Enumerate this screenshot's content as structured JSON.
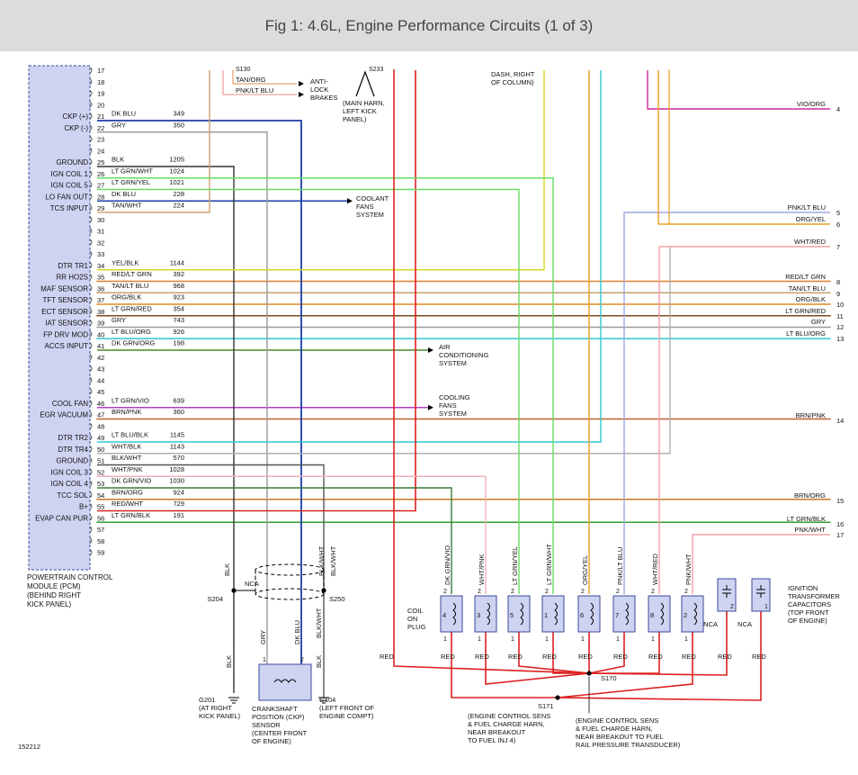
{
  "title": "Fig 1: 4.6L, Engine Performance Circuits (1 of 3)",
  "figure_id": "152212",
  "colors": {
    "background": "#ffffff",
    "title_bar": "#dcdcdc",
    "pcm_fill": "#cfd3f2",
    "pcm_border": "#3a4a9a"
  },
  "pcm": {
    "label_lines": [
      "POWERTRAIN CONTROL",
      "MODULE (PCM)",
      "(BEHIND RIGHT",
      "KICK PANEL)"
    ],
    "pins": [
      {
        "n": "17",
        "label": "",
        "wire": "",
        "circuit": "",
        "color": ""
      },
      {
        "n": "18",
        "label": "",
        "wire": "",
        "circuit": "",
        "color": ""
      },
      {
        "n": "19",
        "label": "",
        "wire": "",
        "circuit": "",
        "color": ""
      },
      {
        "n": "20",
        "label": "",
        "wire": "",
        "circuit": "",
        "color": ""
      },
      {
        "n": "21",
        "label": "CKP (+)",
        "wire": "DK BLU",
        "circuit": "349",
        "color": "#1a3fa8"
      },
      {
        "n": "22",
        "label": "CKP (-)",
        "wire": "GRY",
        "circuit": "350",
        "color": "#9a9a9a"
      },
      {
        "n": "23",
        "label": "",
        "wire": "",
        "circuit": "",
        "color": ""
      },
      {
        "n": "24",
        "label": "",
        "wire": "",
        "circuit": "",
        "color": ""
      },
      {
        "n": "25",
        "label": "GROUND",
        "wire": "BLK",
        "circuit": "1205",
        "color": "#333333"
      },
      {
        "n": "26",
        "label": "IGN COIL 1",
        "wire": "LT GRN/WHT",
        "circuit": "1024",
        "color": "#66dd66"
      },
      {
        "n": "27",
        "label": "IGN COIL 5",
        "wire": "LT GRN/YEL",
        "circuit": "1021",
        "color": "#66dd66"
      },
      {
        "n": "28",
        "label": "LO FAN OUT",
        "wire": "DK BLU",
        "circuit": "228",
        "color": "#1a3fa8"
      },
      {
        "n": "29",
        "label": "TCS INPUT",
        "wire": "TAN/WHT",
        "circuit": "224",
        "color": "#d2a070"
      },
      {
        "n": "30",
        "label": "",
        "wire": "",
        "circuit": "",
        "color": ""
      },
      {
        "n": "31",
        "label": "",
        "wire": "",
        "circuit": "",
        "color": ""
      },
      {
        "n": "32",
        "label": "",
        "wire": "",
        "circuit": "",
        "color": ""
      },
      {
        "n": "33",
        "label": "",
        "wire": "",
        "circuit": "",
        "color": ""
      },
      {
        "n": "34",
        "label": "DTR TR1",
        "wire": "YEL/BLK",
        "circuit": "1144",
        "color": "#d8d820"
      },
      {
        "n": "35",
        "label": "RR HO2S",
        "wire": "RED/LT GRN",
        "circuit": "392",
        "color": "#e08030"
      },
      {
        "n": "36",
        "label": "MAF SENSOR",
        "wire": "TAN/LT BLU",
        "circuit": "968",
        "color": "#c8a070"
      },
      {
        "n": "37",
        "label": "TFT SENSOR",
        "wire": "ORG/BLK",
        "circuit": "923",
        "color": "#e08a20"
      },
      {
        "n": "38",
        "label": "ECT SENSOR",
        "wire": "LT GRN/RED",
        "circuit": "354",
        "color": "#7a4a1a"
      },
      {
        "n": "39",
        "label": "IAT SENSOR",
        "wire": "GRY",
        "circuit": "743",
        "color": "#9a9a9a"
      },
      {
        "n": "40",
        "label": "FP DRV MOD",
        "wire": "LT BLU/ORG",
        "circuit": "926",
        "color": "#30c8d0"
      },
      {
        "n": "41",
        "label": "ACCS INPUT",
        "wire": "DK GRN/ORG",
        "circuit": "198",
        "color": "#4a8a2a"
      },
      {
        "n": "42",
        "label": "",
        "wire": "",
        "circuit": "",
        "color": ""
      },
      {
        "n": "43",
        "label": "",
        "wire": "",
        "circuit": "",
        "color": ""
      },
      {
        "n": "44",
        "label": "",
        "wire": "",
        "circuit": "",
        "color": ""
      },
      {
        "n": "45",
        "label": "",
        "wire": "",
        "circuit": "",
        "color": ""
      },
      {
        "n": "46",
        "label": "COOL FAN",
        "wire": "LT GRN/VIO",
        "circuit": "639",
        "color": "#b040c0"
      },
      {
        "n": "47",
        "label": "EGR VACUUM",
        "wire": "BRN/PNK",
        "circuit": "360",
        "color": "#c06030"
      },
      {
        "n": "48",
        "label": "",
        "wire": "",
        "circuit": "",
        "color": ""
      },
      {
        "n": "49",
        "label": "DTR TR2",
        "wire": "LT BLU/BLK",
        "circuit": "1145",
        "color": "#30c8d0"
      },
      {
        "n": "50",
        "label": "DTR TR4",
        "wire": "WHT/BLK",
        "circuit": "1143",
        "color": "#b0b0b0"
      },
      {
        "n": "51",
        "label": "GROUND",
        "wire": "BLK/WHT",
        "circuit": "570",
        "color": "#555555"
      },
      {
        "n": "52",
        "label": "IGN COIL 3",
        "wire": "WHT/PNK",
        "circuit": "1028",
        "color": "#f0b0b8"
      },
      {
        "n": "53",
        "label": "IGN COIL 4",
        "wire": "DK GRN/VIO",
        "circuit": "1030",
        "color": "#3a7a3a"
      },
      {
        "n": "54",
        "label": "TCC SOL",
        "wire": "BRN/ORG",
        "circuit": "924",
        "color": "#c87820"
      },
      {
        "n": "55",
        "label": "B+",
        "wire": "RED/WHT",
        "circuit": "729",
        "color": "#dd2020"
      },
      {
        "n": "56",
        "label": "EVAP CAN PUR",
        "wire": "LT GRN/BLK",
        "circuit": "191",
        "color": "#30a030"
      },
      {
        "n": "57",
        "label": "",
        "wire": "",
        "circuit": "",
        "color": ""
      },
      {
        "n": "58",
        "label": "",
        "wire": "",
        "circuit": "",
        "color": ""
      },
      {
        "n": "59",
        "label": "",
        "wire": "",
        "circuit": "",
        "color": ""
      }
    ]
  },
  "right_wires": [
    {
      "label": "VIO/ORG",
      "num": "4",
      "color": "#cc2aa0"
    },
    {
      "label": "PNK/LT BLU",
      "num": "5",
      "color": "#a0a8e0"
    },
    {
      "label": "ORG/YEL",
      "num": "6",
      "color": "#e8a020"
    },
    {
      "label": "WHT/RED",
      "num": "7",
      "color": "#f0a0a8"
    },
    {
      "label": "RED/LT GRN",
      "num": "8",
      "color": "#e08030"
    },
    {
      "label": "TAN/LT BLU",
      "num": "9",
      "color": "#c8a070"
    },
    {
      "label": "ORG/BLK",
      "num": "10",
      "color": "#e08a20"
    },
    {
      "label": "LT GRN/RED",
      "num": "11",
      "color": "#7a4a1a"
    },
    {
      "label": "GRY",
      "num": "12",
      "color": "#9a9a9a"
    },
    {
      "label": "LT BLU/ORG",
      "num": "13",
      "color": "#30c8d0"
    },
    {
      "label": "BRN/PNK",
      "num": "14",
      "color": "#c06030"
    },
    {
      "label": "BRN/ORG",
      "num": "15",
      "color": "#c87820"
    },
    {
      "label": "LT GRN/BLK",
      "num": "16",
      "color": "#30a030"
    },
    {
      "label": "PNK/WHT",
      "num": "17",
      "color": "#f0a0a8"
    }
  ],
  "top": {
    "tan_org": "TAN/ORG",
    "pnk_lt_blu": "PNK/LT BLU",
    "antilock": [
      "ANTI-",
      "LOCK",
      "BRAKES"
    ],
    "main_harn": [
      "(MAIN HARN,",
      "LEFT KICK",
      "PANEL)"
    ],
    "dash": [
      "DASH, RIGHT",
      "OF COLUMN)"
    ],
    "s233": "S233",
    "s130": "S130"
  },
  "callouts": {
    "coolant": [
      "COOLANT",
      "FANS",
      "SYSTEM"
    ],
    "air": [
      "AIR",
      "CONDITIONING",
      "SYSTEM"
    ],
    "cooling": [
      "COOLING",
      "FANS",
      "SYSTEM"
    ]
  },
  "coils": [
    {
      "wire": "DK GRN/VIO",
      "cyl": "4",
      "color": "#3a7a3a"
    },
    {
      "wire": "WHT/PNK",
      "cyl": "3",
      "color": "#f0b0b8"
    },
    {
      "wire": "LT GRN/YEL",
      "cyl": "5",
      "color": "#66dd66"
    },
    {
      "wire": "LT GRN/WHT",
      "cyl": "1",
      "color": "#66dd66"
    },
    {
      "wire": "ORG/YEL",
      "cyl": "6",
      "color": "#e8a020"
    },
    {
      "wire": "PNK/LT BLU",
      "cyl": "7",
      "color": "#a0a8e0"
    },
    {
      "wire": "WHT/RED",
      "cyl": "8",
      "color": "#f0a0a8"
    },
    {
      "wire": "PNK/WHT",
      "cyl": "2",
      "color": "#f0a0a8"
    }
  ],
  "coil_label": [
    "COIL",
    "ON",
    "PLUG"
  ],
  "red": "RED",
  "nca": "NCA",
  "capacitors_label": [
    "IGNITION",
    "TRANSFORMER",
    "CAPACITORS",
    "(TOP FRONT",
    "OF ENGINE)"
  ],
  "splices": {
    "s170": "S170",
    "s171": "S171",
    "s204": "S204",
    "s250": "S250"
  },
  "s171_label": [
    "(ENGINE CONTROL SENS",
    "& FUEL CHARGE HARN,",
    "NEAR BREAKOUT",
    "TO FUEL INJ 4)"
  ],
  "s170_label": [
    "(ENGINE CONTROL SENS",
    "& FUEL CHARGE HARN,",
    "NEAR BREAKOUT TO FUEL",
    "RAIL PRESSURE TRANSDUCER)"
  ],
  "ckp_label": [
    "CRANKSHAFT",
    "POSITION (CKP)",
    "SENSOR",
    "(CENTER FRONT",
    "OF ENGINE)"
  ],
  "g201": [
    "G201",
    "(AT RIGHT",
    "KICK PANEL)"
  ],
  "g104": [
    "G104",
    "(LEFT FRONT OF",
    "ENGINE COMPT)"
  ],
  "wire_names": {
    "blk": "BLK",
    "blkwht": "BLK/WHT",
    "gry": "GRY",
    "dkblu": "DK BLU",
    "nca": "NCA"
  }
}
